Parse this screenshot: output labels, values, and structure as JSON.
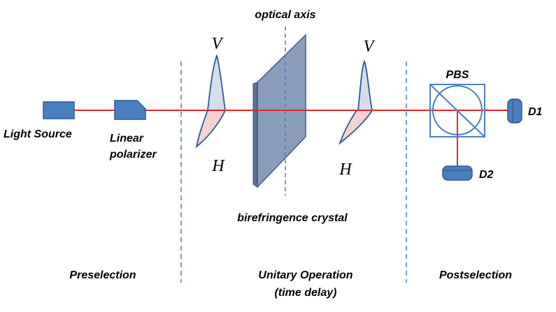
{
  "labels": {
    "optical_axis": "optical axis",
    "light_source": "Light Source",
    "linear_polarizer_line1": "Linear",
    "linear_polarizer_line2": "polarizer",
    "v_left": "V",
    "h_left": "H",
    "v_right": "V",
    "h_right": "H",
    "pbs": "PBS",
    "d1": "D1",
    "d2": "D2",
    "crystal": "birefringence crystal"
  },
  "sections": {
    "preselection": "Preselection",
    "unitary_line1": "Unitary Operation",
    "unitary_line2": "(time delay)",
    "postselection": "Postselection"
  },
  "colors": {
    "beam": "#e3262b",
    "component_fill": "#4a7fbf",
    "component_stroke": "#2c5a94",
    "crystal_fill": "#8497b8",
    "v_pulse": "#d5dcec",
    "h_pulse": "#f5d3d3",
    "divider": "#4a7fbf"
  }
}
